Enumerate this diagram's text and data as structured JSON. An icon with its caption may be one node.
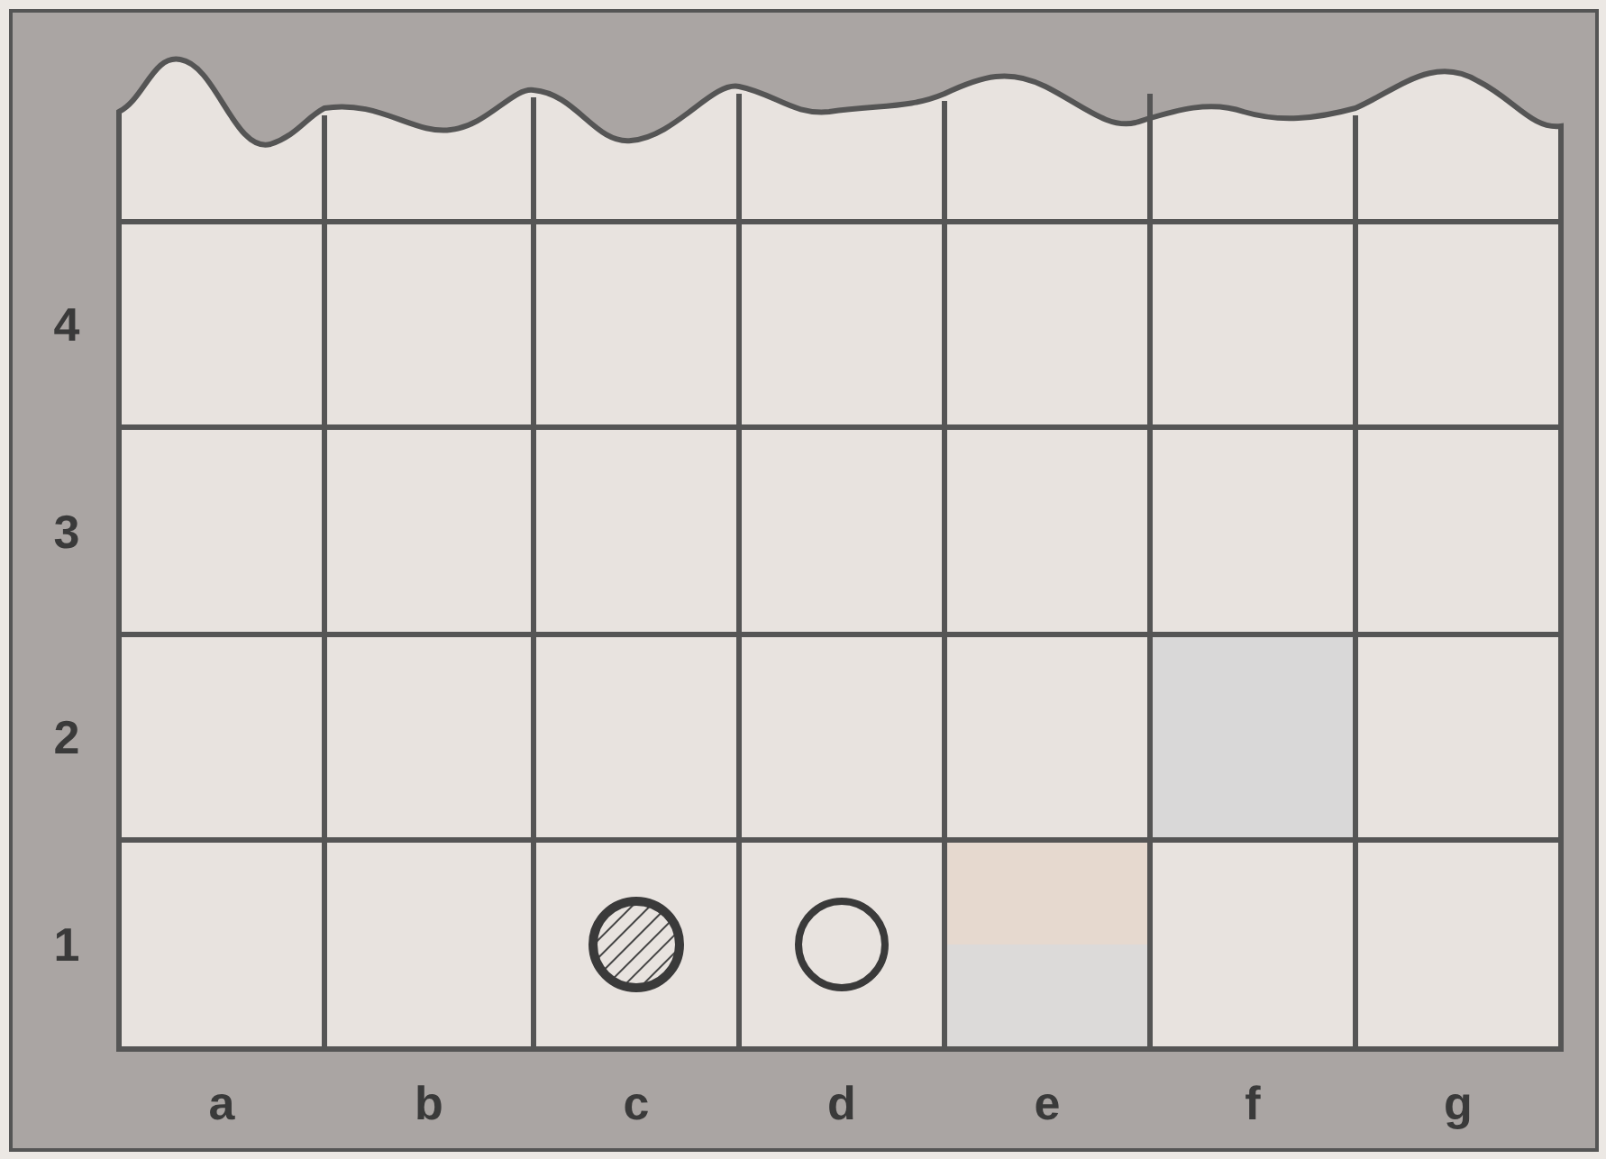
{
  "diagram": {
    "nodes": [
      {
        "text": [],
        "shape": "circle"
      },
      {
        "text": [],
        "shape": "circle"
      }
    ],
    "labels": [
      "4",
      "3",
      "2",
      "1",
      "a",
      "b",
      "c",
      "d",
      "e",
      "f",
      "g"
    ]
  }
}
